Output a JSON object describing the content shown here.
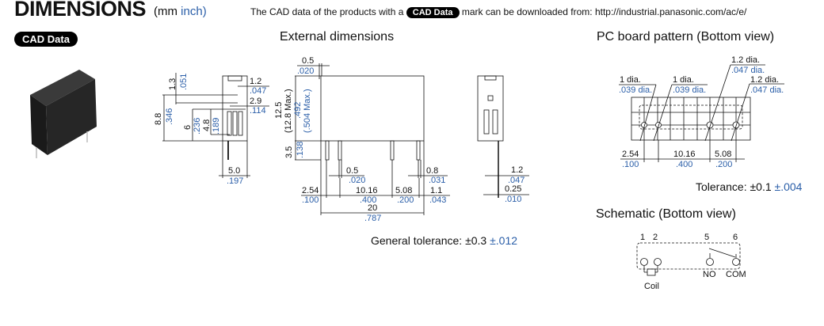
{
  "header": {
    "title": "DIMENSIONS",
    "units_mm": "(mm",
    "units_inch": "inch)",
    "cad_note_before": "The CAD data of the products with a",
    "cad_badge": "CAD Data",
    "cad_note_after": "mark can be downloaded from: http://industrial.panasonic.com/ac/e/"
  },
  "cad_badge": "CAD Data",
  "external": {
    "title": "External dimensions",
    "side_dims": {
      "d13": "1.3",
      "d051": ".051",
      "d12": "1.2",
      "d047": ".047",
      "d29": "2.9",
      "d114": ".114",
      "d88": "8.8",
      "d346": ".346",
      "d6": "6",
      "d236": ".236",
      "d48": "4.8",
      "d189": ".189",
      "d50": "5.0",
      "d197": ".197"
    },
    "front_dims": {
      "d05top": "0.5",
      "d020top": ".020",
      "d125": "12.5",
      "d128": "(12.8 Max.)",
      "d492": ".492",
      "d504": "(.504 Max.)",
      "d35": "3.5",
      "d138": ".138",
      "d05": "0.5",
      "d020": ".020",
      "d08": "0.8",
      "d031": ".031",
      "d254": "2.54",
      "d100": ".100",
      "d1016": "10.16",
      "d400": ".400",
      "d508": "5.08",
      "d200": ".200",
      "d11": "1.1",
      "d043": ".043",
      "d20": "20",
      "d787": ".787"
    },
    "end_dims": {
      "d12": "1.2",
      "d047": ".047",
      "d025": "0.25",
      "d010": ".010"
    },
    "tolerance_label": "General tolerance: ±0.3",
    "tolerance_inch": "±.012"
  },
  "pcb": {
    "title": "PC board pattern (Bottom view)",
    "holes": [
      {
        "mm": "1 dia.",
        "inch": ".039 dia."
      },
      {
        "mm": "1 dia.",
        "inch": ".039 dia."
      },
      {
        "mm": "1.2 dia.",
        "inch": ".047 dia."
      },
      {
        "mm": "1.2 dia.",
        "inch": ".047 dia."
      }
    ],
    "pitches": [
      {
        "mm": "2.54",
        "inch": ".100"
      },
      {
        "mm": "10.16",
        "inch": ".400"
      },
      {
        "mm": "5.08",
        "inch": ".200"
      }
    ],
    "tolerance_label": "Tolerance: ±0.1",
    "tolerance_inch": "±.004"
  },
  "schematic": {
    "title": "Schematic (Bottom view)",
    "pins": [
      "1",
      "2",
      "5",
      "6"
    ],
    "no_label": "NO",
    "com_label": "COM",
    "coil_label": "Coil"
  },
  "colors": {
    "inch": "#2a5ea8",
    "badge": "#000000"
  }
}
